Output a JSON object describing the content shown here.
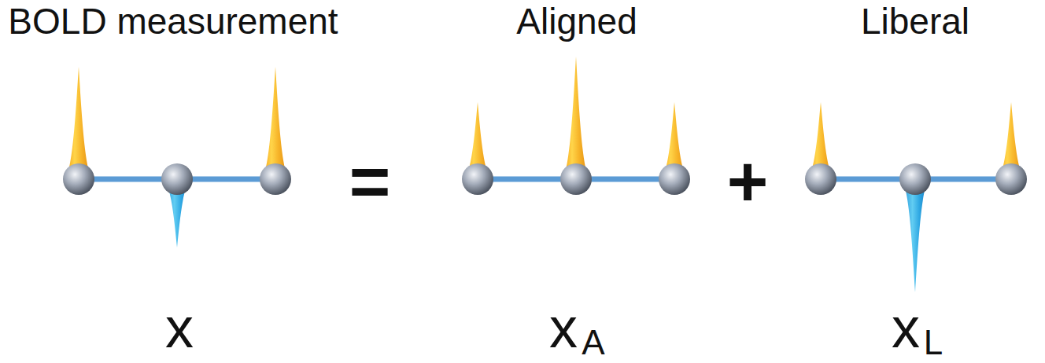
{
  "diagram": {
    "labels": [
      "BOLD measurement",
      "Aligned",
      "Liberal",
      "=",
      "+",
      "x",
      "x",
      "A",
      "x",
      "L"
    ]
  }
}
